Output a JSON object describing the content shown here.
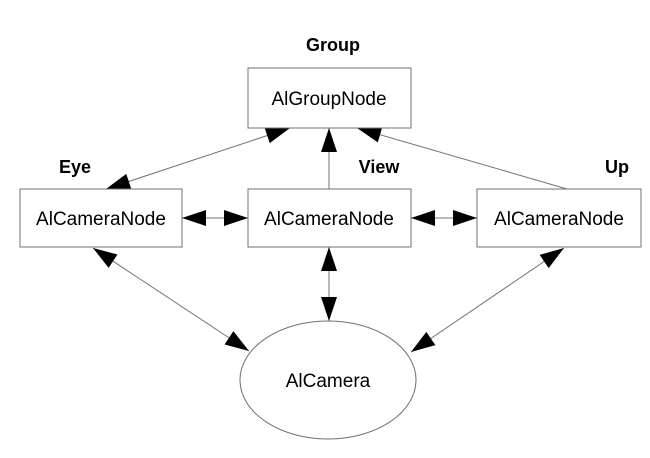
{
  "diagram": {
    "nodes": [
      {
        "id": "group",
        "label": "AlGroupNode",
        "role": "Group",
        "shape": "box"
      },
      {
        "id": "eye",
        "label": "AlCameraNode",
        "role": "Eye",
        "shape": "box"
      },
      {
        "id": "view",
        "label": "AlCameraNode",
        "role": "View",
        "shape": "box"
      },
      {
        "id": "up",
        "label": "AlCameraNode",
        "role": "Up",
        "shape": "box"
      },
      {
        "id": "camera",
        "label": "AlCamera",
        "role": "",
        "shape": "ellipse"
      }
    ],
    "edges": [
      {
        "from": "eye",
        "to": "group",
        "direction": "both"
      },
      {
        "from": "view",
        "to": "group",
        "direction": "forward"
      },
      {
        "from": "up",
        "to": "group",
        "direction": "forward"
      },
      {
        "from": "eye",
        "to": "view",
        "direction": "both"
      },
      {
        "from": "view",
        "to": "up",
        "direction": "both"
      },
      {
        "from": "eye",
        "to": "camera",
        "direction": "both"
      },
      {
        "from": "view",
        "to": "camera",
        "direction": "both"
      },
      {
        "from": "up",
        "to": "camera",
        "direction": "both"
      }
    ]
  }
}
